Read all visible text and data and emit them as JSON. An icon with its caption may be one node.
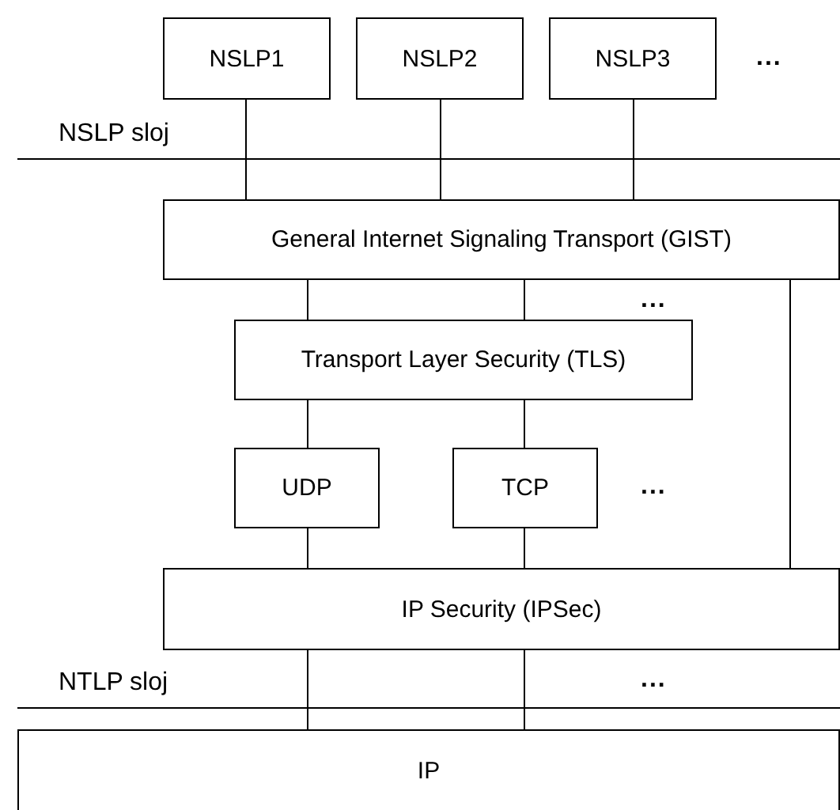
{
  "diagram": {
    "nodes": [
      {
        "text": [
          "NSLP1"
        ]
      },
      {
        "text": [
          "NSLP2"
        ]
      },
      {
        "text": [
          "NSLP3"
        ]
      },
      {
        "text": [
          "General Internet Signaling Transport (GIST)"
        ]
      },
      {
        "text": [
          "Transport Layer Security (TLS)"
        ]
      },
      {
        "text": [
          "UDP"
        ]
      },
      {
        "text": [
          "TCP"
        ]
      },
      {
        "text": [
          "IP Security (IPSec)"
        ]
      },
      {
        "text": [
          "IP"
        ]
      }
    ],
    "edges": [
      {
        "from": 0,
        "to": 3,
        "arrow": "none"
      },
      {
        "from": 1,
        "to": 3,
        "arrow": "none"
      },
      {
        "from": 2,
        "to": 3,
        "arrow": "none"
      },
      {
        "from": 3,
        "to": 4,
        "arrow": "none"
      },
      {
        "from": 3,
        "to": 4,
        "arrow": "none"
      },
      {
        "from": 3,
        "to": 7,
        "arrow": "none"
      },
      {
        "from": 4,
        "to": 5,
        "arrow": "none"
      },
      {
        "from": 4,
        "to": 6,
        "arrow": "none"
      },
      {
        "from": 5,
        "to": 7,
        "arrow": "none"
      },
      {
        "from": 6,
        "to": 7,
        "arrow": "none"
      },
      {
        "from": 7,
        "to": 8,
        "arrow": "none"
      },
      {
        "from": 7,
        "to": 8,
        "arrow": "none"
      }
    ],
    "labels": [
      "...",
      "NSLP sloj",
      "...",
      "...",
      "NTLP sloj",
      "..."
    ]
  }
}
